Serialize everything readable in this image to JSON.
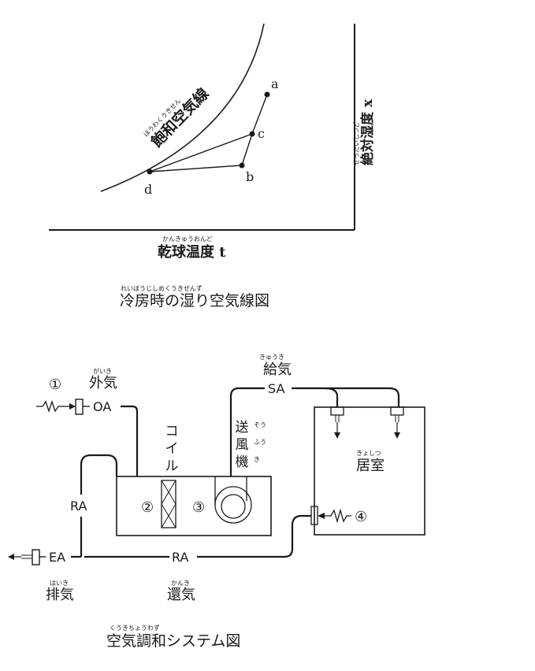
{
  "psychro": {
    "saturation_label": "飽和空気線",
    "saturation_ruby": "ほうわくうきせん",
    "ylabel": "絶対湿度 x",
    "ylabel_ruby": "ぜったいしつど",
    "xlabel": "乾球温度 t",
    "xlabel_ruby": "かんきゅうおんど",
    "points": [
      {
        "id": "a",
        "label": "a"
      },
      {
        "id": "b",
        "label": "b"
      },
      {
        "id": "c",
        "label": "c"
      },
      {
        "id": "d",
        "label": "d"
      }
    ],
    "caption": "冷房時の湿り空気線図",
    "caption_ruby": "れいぼうじしめくうきせんず"
  },
  "system": {
    "outside_air": "外気",
    "outside_air_ruby": "がいき",
    "marker1": "①",
    "marker2": "②",
    "marker3": "③",
    "marker4": "④",
    "oa": "OA",
    "coil": "コイル",
    "fan": "送風機",
    "fan_ruby": "そうふうき",
    "supply": "給気",
    "supply_ruby": "きゅうき",
    "sa": "SA",
    "room": "居室",
    "room_ruby": "きょしつ",
    "ra_left": "RA",
    "ra_bottom": "RA",
    "ea": "EA",
    "exhaust": "排気",
    "exhaust_ruby": "はいき",
    "return": "還気",
    "return_ruby": "かんき",
    "caption": "空気調和システム図",
    "caption_ruby": "くうきちょうわず"
  }
}
